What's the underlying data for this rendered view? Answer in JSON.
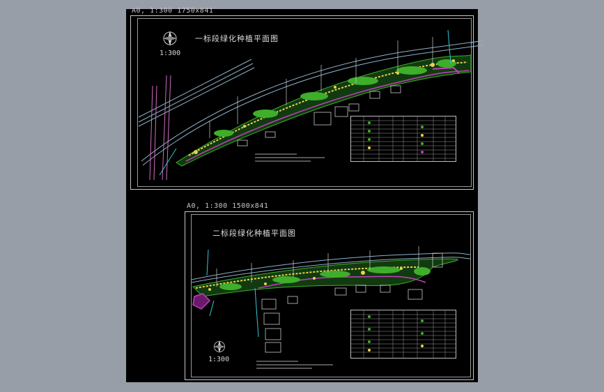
{
  "sheets": [
    {
      "sheet_label": "A0, 1:300  1750x841",
      "title": "一标段绿化种植平面图",
      "scale": "1:300"
    },
    {
      "sheet_label": "A0, 1:300  1500x841",
      "title": "二标段绿化种植平面图",
      "scale": "1:300"
    }
  ],
  "colors": {
    "viewport_bg": "#989ea8",
    "canvas_bg": "#000000",
    "frame": "#c8c8c8",
    "road_lines": "#8fb0c8",
    "planting_green": "#3fae2a",
    "planting_yellow": "#e8d44a",
    "planting_magenta": "#c040c0",
    "boundary_cyan": "#35c8d8",
    "pink_lines": "#d070c0",
    "buildings": "#c8c8c8"
  },
  "icons": [
    "north-compass-icon"
  ]
}
